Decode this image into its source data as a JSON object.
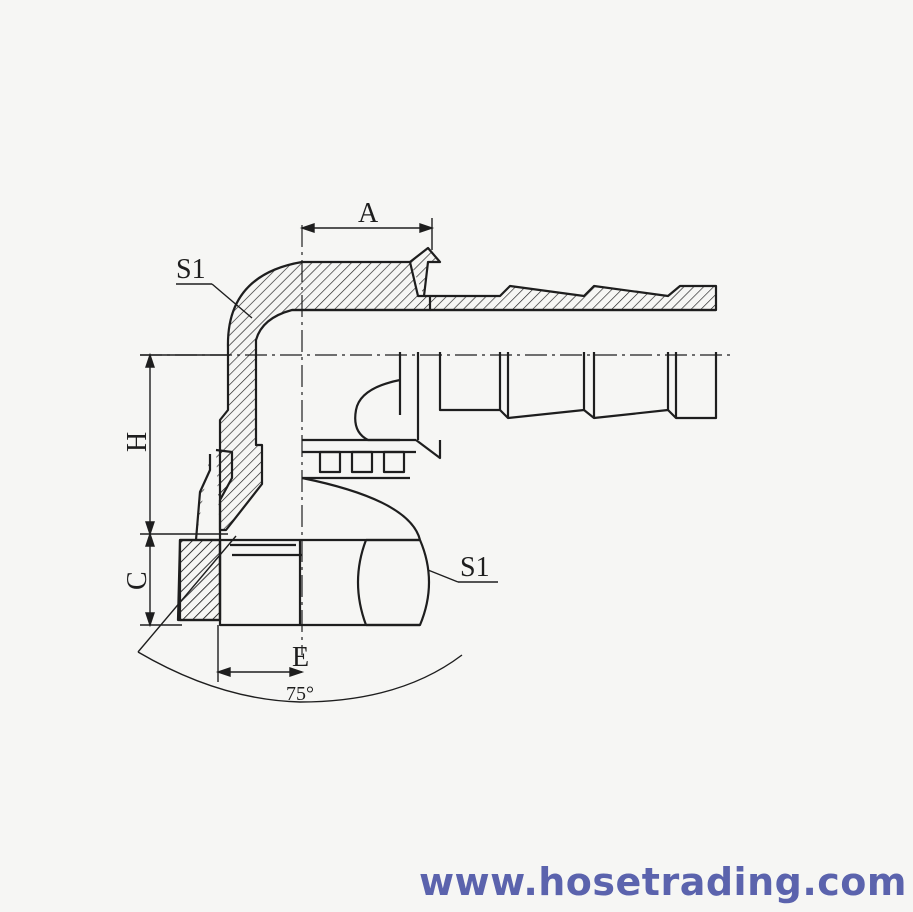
{
  "labels": {
    "dim_a": "A",
    "dim_h": "H",
    "dim_c": "C",
    "dim_e": "E",
    "angle": "75°",
    "s1_top": "S1",
    "s1_nut": "S1"
  },
  "watermark": "www.hosetrading.com",
  "colors": {
    "line": "#1e1e1e",
    "paper": "#f6f6f4",
    "watermark": "#5b63ad"
  }
}
